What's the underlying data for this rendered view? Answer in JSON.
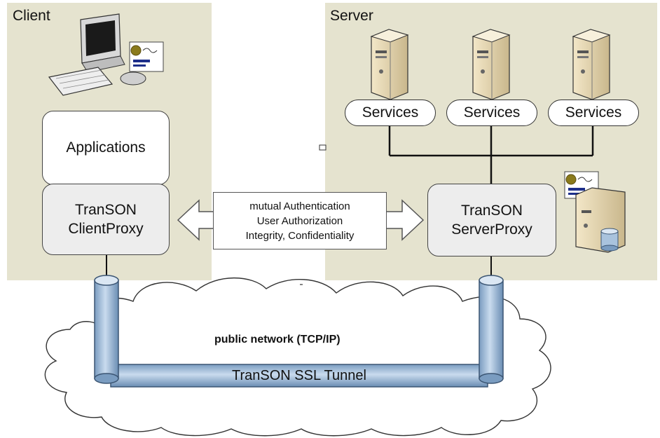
{
  "client": {
    "title": "Client",
    "applications": "Applications",
    "proxy_line1": "TranSON",
    "proxy_line2": "ClientProxy"
  },
  "server": {
    "title": "Server",
    "services": [
      "Services",
      "Services",
      "Services"
    ],
    "proxy_line1": "TranSON",
    "proxy_line2": "ServerProxy"
  },
  "security_box": {
    "line1": "mutual Authentication",
    "line2": "User Authorization",
    "line3": "Integrity, Confidentiality"
  },
  "network": {
    "label": "public network (TCP/IP)",
    "tunnel": "TranSON SSL Tunnel"
  },
  "colors": {
    "panel": "#e5e3cf",
    "proxy_fill": "#ededed",
    "tube": "#a9c3dd",
    "tube_edge": "#3b5573"
  },
  "icons": [
    "computer-icon",
    "server-tower-icon",
    "certificate-icon",
    "database-icon"
  ]
}
